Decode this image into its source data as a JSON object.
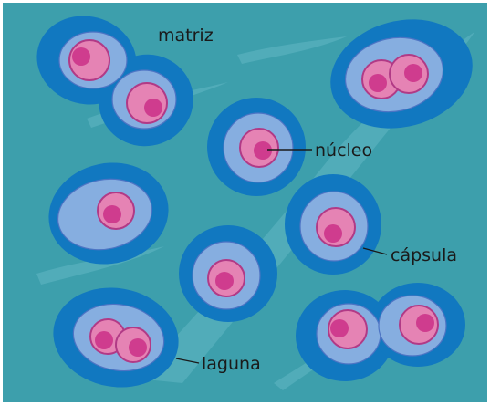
{
  "labels": {
    "matrix": "matriz",
    "nucleus": "núcleo",
    "capsule": "cápsula",
    "lacuna": "laguna"
  },
  "colors": {
    "matrix": "#3d9fac",
    "matrix_streak": "#62b7c4",
    "capsule": "#1178c0",
    "lacuna": "#86aee0",
    "lacuna_edge": "#4d74c4",
    "cell": "#e583b4",
    "cell_edge": "#b13a86",
    "nucleus": "#cf3c8e",
    "leader": "#1a1a1a"
  }
}
